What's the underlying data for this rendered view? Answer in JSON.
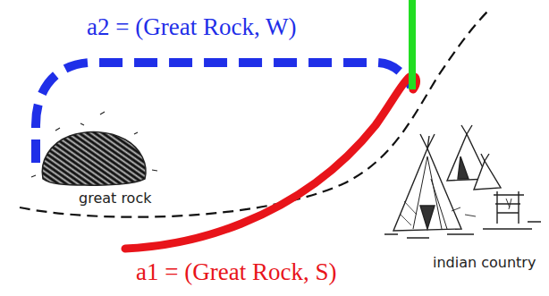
{
  "diagram": {
    "labels": [
      "a2 = (Great Rock, W)",
      "great rock",
      "indian country",
      "a1 = (Great Rock, S)"
    ]
  }
}
